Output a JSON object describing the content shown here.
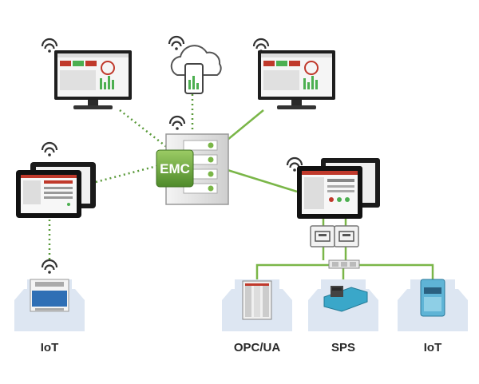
{
  "center": {
    "logo_text": "EMC"
  },
  "labels": {
    "iot_left": "IoT",
    "opc_ua": "OPC/UA",
    "sps": "SPS",
    "iot_right": "IoT"
  },
  "colors": {
    "accent_green": "#7ab648",
    "dotted_green": "#5a9a3a",
    "pedestal": "#dde6f2",
    "screen_red": "#c0392b"
  },
  "icons": [
    "wifi-icon",
    "cloud-icon",
    "monitor-icon",
    "tablet-icon",
    "server-icon",
    "network-port-icon",
    "plc-icon",
    "iot-module-icon"
  ]
}
